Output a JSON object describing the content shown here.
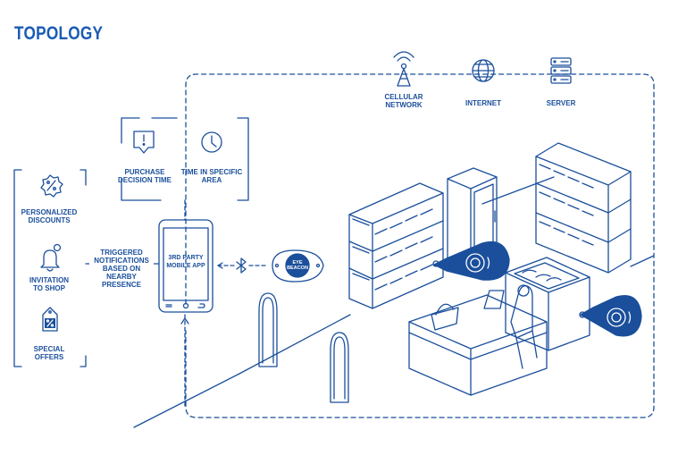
{
  "title": "TOPOLOGY",
  "colors": {
    "primary": "#1b4f9c",
    "accent": "#1a5bb5",
    "background": "#ffffff"
  },
  "network": {
    "cellular": "CELLULAR\nNETWORK",
    "internet": "INTERNET",
    "server": "SERVER"
  },
  "analytics": {
    "purchase": "PURCHASE\nDECISION TIME",
    "time_area": "TIME IN SPECIFIC\nAREA"
  },
  "features": {
    "discounts": "PERSONALIZED\nDISCOUNTS",
    "invitation": "INVITATION\nTO SHOP",
    "offers": "SPECIAL\nOFFERS"
  },
  "triggered": "TRIGGERED\nNOTIFICATIONS\nBASED ON\nNEARBY\nPRESENCE",
  "phone": {
    "label": "3RD PARTY\nMOBILE APP"
  },
  "beacon": {
    "label": "EYE\nBEACON"
  },
  "icons": [
    "antenna-icon",
    "globe-icon",
    "server-icon",
    "alert-icon",
    "clock-icon",
    "percent-badge-icon",
    "bell-icon",
    "tag-icon",
    "bluetooth-icon"
  ]
}
